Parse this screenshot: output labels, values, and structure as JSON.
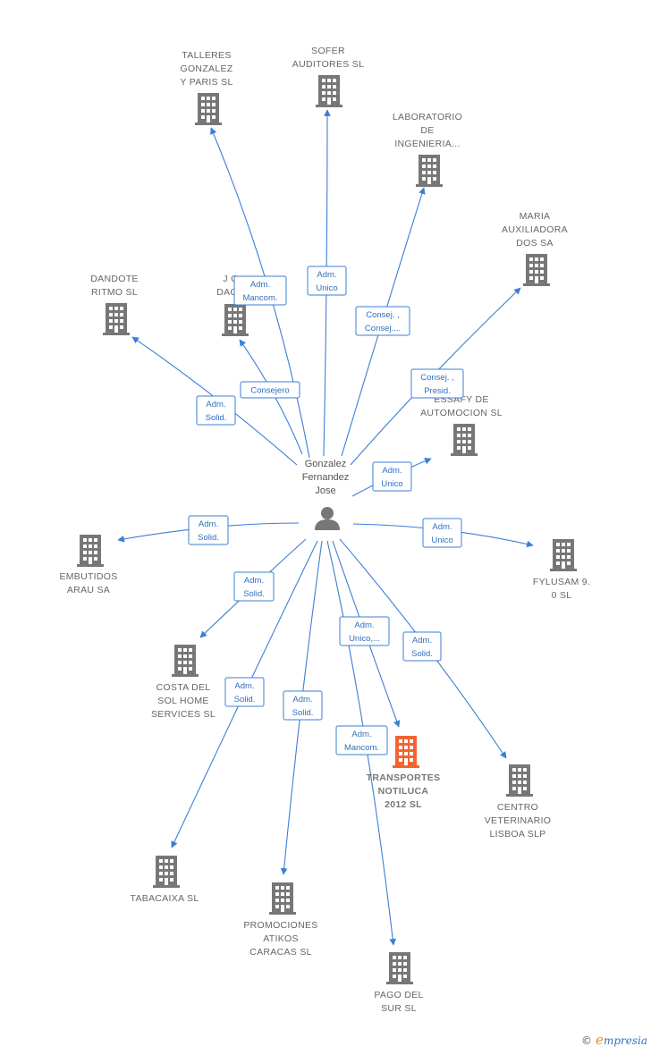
{
  "center": {
    "lines": [
      "Gonzalez",
      "Fernandez",
      "Jose"
    ]
  },
  "colors": {
    "edge": "#3b7fd4",
    "building": "#777777",
    "highlight": "#f26531"
  },
  "companies": [
    {
      "id": "talleres",
      "lines": [
        "TALLERES",
        "GONZALEZ",
        "Y PARIS SL"
      ]
    },
    {
      "id": "sofer",
      "lines": [
        "SOFER",
        "AUDITORES SL"
      ]
    },
    {
      "id": "laboratorio",
      "lines": [
        "LABORATORIO",
        "DE",
        "INGENIERIA..."
      ]
    },
    {
      "id": "maria",
      "lines": [
        "MARIA",
        "AUXILIADORA",
        "DOS SA"
      ]
    },
    {
      "id": "dandote",
      "lines": [
        "DANDOTE",
        "RITMO SL"
      ]
    },
    {
      "id": "jg",
      "lines": [
        "J G",
        "DAGU"
      ]
    },
    {
      "id": "essafy",
      "lines": [
        "ESSAFY DE",
        "AUTOMOCION SL"
      ]
    },
    {
      "id": "embutidos",
      "lines": [
        "EMBUTIDOS",
        "ARAU SA"
      ]
    },
    {
      "id": "fylusam",
      "lines": [
        "FYLUSAM 9.",
        "0  SL"
      ]
    },
    {
      "id": "costa",
      "lines": [
        "COSTA DEL",
        "SOL HOME",
        "SERVICES  SL"
      ]
    },
    {
      "id": "transportes",
      "lines": [
        "TRANSPORTES",
        "NOTILUCA",
        "2012  SL"
      ],
      "highlight": true
    },
    {
      "id": "centro",
      "lines": [
        "CENTRO",
        "VETERINARIO",
        "LISBOA SLP"
      ]
    },
    {
      "id": "tabacaixa",
      "lines": [
        "TABACAIXA  SL"
      ]
    },
    {
      "id": "promociones",
      "lines": [
        "PROMOCIONES",
        "ATIKOS",
        "CARACAS SL"
      ]
    },
    {
      "id": "pago",
      "lines": [
        "PAGO DEL",
        "SUR  SL"
      ]
    }
  ],
  "relations": [
    {
      "target": "talleres",
      "lines": [
        "Adm.",
        "Mancom."
      ]
    },
    {
      "target": "sofer",
      "lines": [
        "Adm.",
        "Unico"
      ]
    },
    {
      "target": "laboratorio",
      "lines": [
        "Consej. ,",
        "Consej...."
      ]
    },
    {
      "target": "maria",
      "lines": [
        "Consej. ,",
        "Presid."
      ]
    },
    {
      "target": "dandote",
      "lines": [
        "Adm.",
        "Solid."
      ]
    },
    {
      "target": "jg",
      "lines": [
        "Consejero"
      ]
    },
    {
      "target": "essafy",
      "lines": [
        "Adm.",
        "Unico"
      ]
    },
    {
      "target": "embutidos",
      "lines": [
        "Adm.",
        "Solid."
      ]
    },
    {
      "target": "fylusam",
      "lines": [
        "Adm.",
        "Unico"
      ]
    },
    {
      "target": "costa",
      "lines": [
        "Adm.",
        "Solid."
      ]
    },
    {
      "target": "transportes",
      "lines": [
        "Adm.",
        "Unico,..."
      ]
    },
    {
      "target": "centro",
      "lines": [
        "Adm.",
        "Solid."
      ]
    },
    {
      "target": "tabacaixa",
      "lines": [
        "Adm.",
        "Solid."
      ]
    },
    {
      "target": "promociones",
      "lines": [
        "Adm.",
        "Solid."
      ]
    },
    {
      "target": "pago",
      "lines": [
        "Adm.",
        "Mancom."
      ]
    }
  ],
  "footer": {
    "copyright": "©",
    "brand_initial": "e",
    "brand_rest": "mpresia"
  }
}
